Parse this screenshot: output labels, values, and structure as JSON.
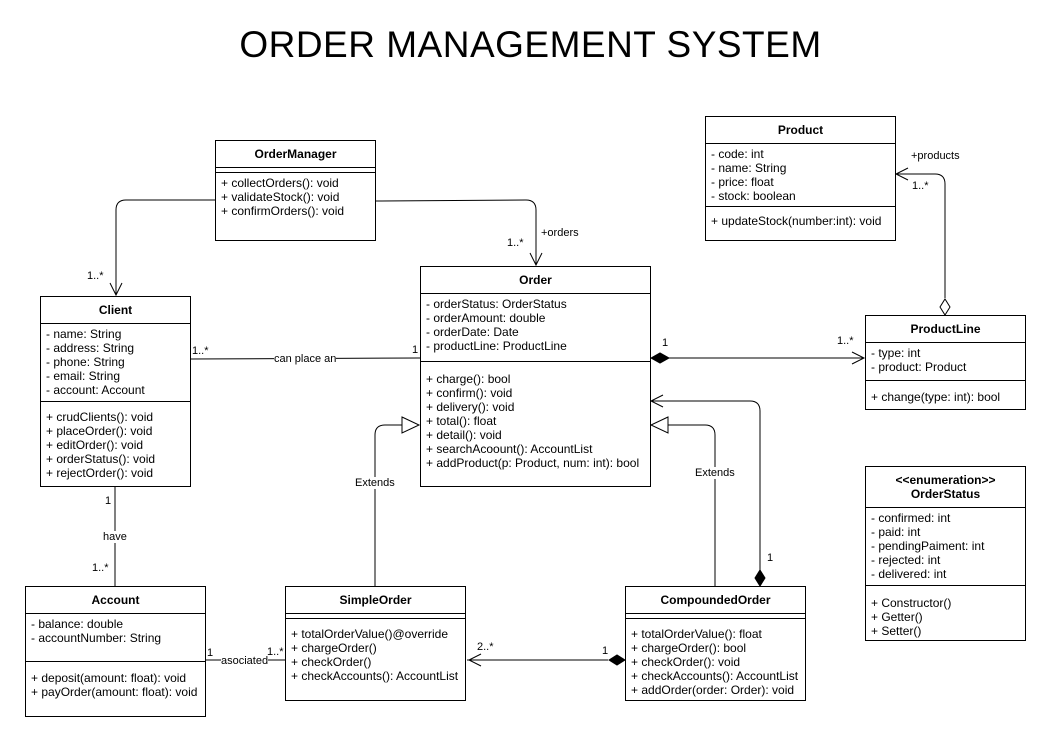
{
  "title": "ORDER MANAGEMENT SYSTEM",
  "classes": {
    "order_manager": {
      "name": "OrderManager",
      "attributes": [],
      "methods": [
        "+ collectOrders(): void",
        "+ validateStock(): void",
        "+ confirmOrders(): void"
      ]
    },
    "product": {
      "name": "Product",
      "attributes": [
        "- code: int",
        "- name: String",
        "- price: float",
        "- stock: boolean"
      ],
      "methods": [
        "+ updateStock(number:int): void"
      ]
    },
    "client": {
      "name": "Client",
      "attributes": [
        "- name: String",
        "- address: String",
        "- phone: String",
        "- email: String",
        "- account: Account"
      ],
      "methods": [
        "+ crudClients(): void",
        "+ placeOrder(): void",
        "+ editOrder(): void",
        "+ orderStatus(): void",
        "+ rejectOrder(): void"
      ]
    },
    "order": {
      "name": "Order",
      "attributes": [
        "- orderStatus: OrderStatus",
        "- orderAmount: double",
        "- orderDate: Date",
        "- productLine: ProductLine"
      ],
      "methods": [
        "+ charge(): bool",
        "+ confirm(): void",
        "+ delivery(): void",
        "+ total(): float",
        "+ detail(): void",
        "+ searchAcoount(): AccountList",
        "+ addProduct(p: Product, num: int): bool"
      ]
    },
    "product_line": {
      "name": "ProductLine",
      "attributes": [
        "- type: int",
        "- product: Product"
      ],
      "methods": [
        "+ change(type: int): bool"
      ]
    },
    "order_status": {
      "stereotype": "<<enumeration>>",
      "name": "OrderStatus",
      "attributes": [
        "- confirmed: int",
        "- paid: int",
        "- pendingPaiment: int",
        "- rejected: int",
        "- delivered: int"
      ],
      "methods": [
        "+ Constructor()",
        "+ Getter()",
        "+ Setter()"
      ]
    },
    "account": {
      "name": "Account",
      "attributes": [
        "- balance: double",
        "- accountNumber: String"
      ],
      "methods": [
        "+ deposit(amount: float): void",
        "+ payOrder(amount: float): void"
      ]
    },
    "simple_order": {
      "name": "SimpleOrder",
      "attributes": [],
      "methods": [
        "+ totalOrderValue()@override",
        "+ chargeOrder()",
        "+ checkOrder()",
        "+ checkAccounts(): AccountList"
      ]
    },
    "compounded_order": {
      "name": "CompoundedOrder",
      "attributes": [],
      "methods": [
        "+ totalOrderValue(): float",
        "+ chargeOrder(): bool",
        "+ checkOrder(): void",
        "+ checkAccounts(): AccountList",
        "+ addOrder(order: Order): void"
      ]
    }
  },
  "labels": {
    "client_mult_from_manager": "1..*",
    "orders_role": "+orders",
    "orders_mult": "1..*",
    "products_role": "+products",
    "products_mult": "1..*",
    "client_order_mult_client": "1..*",
    "client_order_assoc": "can place an",
    "client_order_mult_order": "1",
    "order_pl_mult_order": "1",
    "order_pl_mult_pl": "1..*",
    "extends_simple": "Extends",
    "extends_compounded": "Extends",
    "compounded_order_mult": "1",
    "client_account_mult_client": "1",
    "client_account_assoc": "have",
    "client_account_mult_account": "1..*",
    "account_simple_mult_account": "1",
    "account_simple_assoc": "asociated",
    "account_simple_mult_simple": "1..*",
    "compound_simple_mult_simple": "2..*",
    "compound_simple_mult_compound": "1"
  }
}
